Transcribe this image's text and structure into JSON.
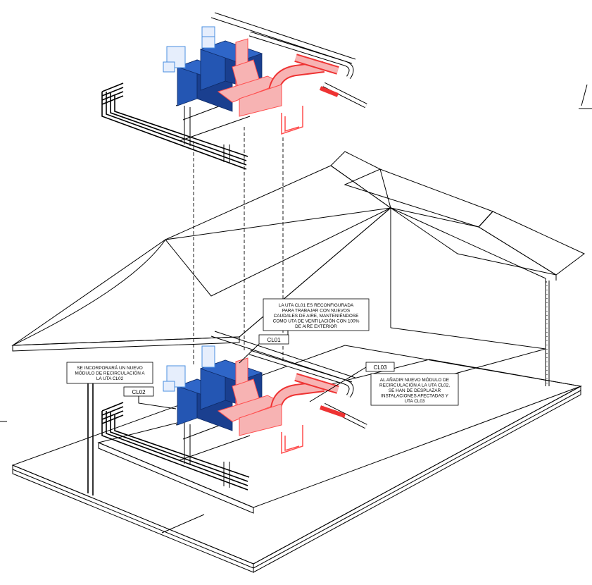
{
  "colors": {
    "unit_dark": "#1a3f8f",
    "unit_mid": "#2456b3",
    "duct_red": "#ee3333",
    "duct_light": "#f7b3b3",
    "duct_outline": "#ff4d4d",
    "grey_duct": "#bfbfbf",
    "blue_outline": "#4a8fe0",
    "line": "#000000"
  },
  "icons": [
    "building-isometric",
    "air-handling-unit",
    "duct-run",
    "pipe-bundle"
  ],
  "labels": {
    "cl01": "CL01",
    "cl02": "CL02",
    "cl03": "CL03"
  },
  "notes": {
    "cl01_note": [
      "LA UTA CL01 ES RECONFIGURADA",
      "PARA TRABAJAR CON NUEVOS",
      "CAUDALES DE AIRE, MANTENIÉNDOSE",
      "COMO UTA DE VENTILACIÓN CON 100%",
      "DE AIRE EXTERIOR"
    ],
    "cl02_note": [
      "SE INCORPORARÁ UN NUEVO",
      "MÓDULO DE RECIRCULACIÓN A",
      "LA UTA CL02"
    ],
    "cl03_note": [
      "AL AÑADIR NUEVO MÓDULO DE",
      "RECIRCULACIÓN A LA UTA CL02,",
      "SE HAN DE DESPLAZAR",
      "INSTALACIONES AFECTADAS Y",
      "UTA CL03"
    ]
  }
}
